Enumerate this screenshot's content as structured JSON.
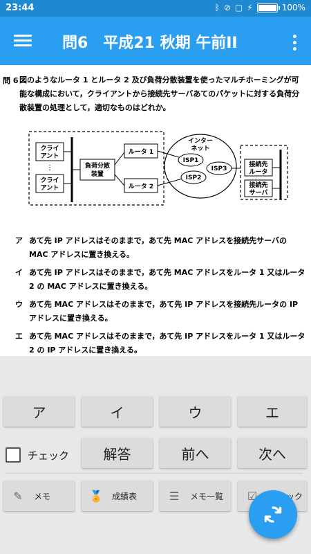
{
  "status": {
    "time": "23:44",
    "battery": "100%"
  },
  "appbar": {
    "title": "問6　平成21 秋期 午前II"
  },
  "question": {
    "number": "問 6",
    "text": "図のようなルータ 1 とルータ 2 及び負荷分散装置を使ったマルチホーミングが可能な構成において，クライアントから接続先サーバあてのパケットに対する負荷分散装置の処理として，適切なものはどれか。"
  },
  "diagram": {
    "client": "クライ\nアント",
    "dots": "⋮",
    "load_balancer": "負荷分散\n装置",
    "router1": "ルータ 1",
    "router2": "ルータ 2",
    "internet": "インター\nネット",
    "isp1": "ISP1",
    "isp2": "ISP2",
    "isp3": "ISP3",
    "dest_router": "接続先\nルータ",
    "dest_server": "接続先\nサーバ"
  },
  "choices": [
    {
      "mark": "ア",
      "text": "あて先 IP アドレスはそのままで，あて先 MAC アドレスを接続先サーバの MAC アドレスに置き換える。"
    },
    {
      "mark": "イ",
      "text": "あて先 IP アドレスはそのままで，あて先 MAC アドレスをルータ 1 又はルータ 2 の MAC アドレスに置き換える。"
    },
    {
      "mark": "ウ",
      "text": "あて先 MAC アドレスはそのままで，あて先 IP アドレスを接続先ルータの IP アドレスに置き換える。"
    },
    {
      "mark": "エ",
      "text": "あて先 MAC アドレスはそのままで，あて先 IP アドレスをルータ 1 又はルータ 2 の IP アドレスに置き換える。"
    }
  ],
  "answers": [
    "ア",
    "イ",
    "ウ",
    "エ"
  ],
  "controls": {
    "check_label": "チェック",
    "answer": "解答",
    "prev": "前へ",
    "next": "次へ"
  },
  "tools": {
    "memo": "メモ",
    "grades": "成績表",
    "memo_list": "メモ一覧",
    "check": "ック"
  }
}
